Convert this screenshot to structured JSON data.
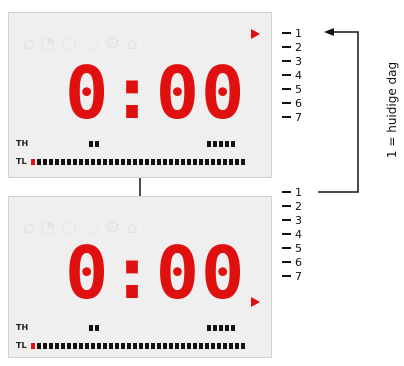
{
  "display": {
    "time": "0:00",
    "tmax_label": "TH",
    "tmin_label": "TL"
  },
  "day_scale": [
    "1",
    "2",
    "3",
    "4",
    "5",
    "6",
    "7"
  ],
  "annotation": "1 = huidige dag",
  "colors": {
    "lcd_red": "#e11010",
    "lcd_bg": "#efefef"
  }
}
